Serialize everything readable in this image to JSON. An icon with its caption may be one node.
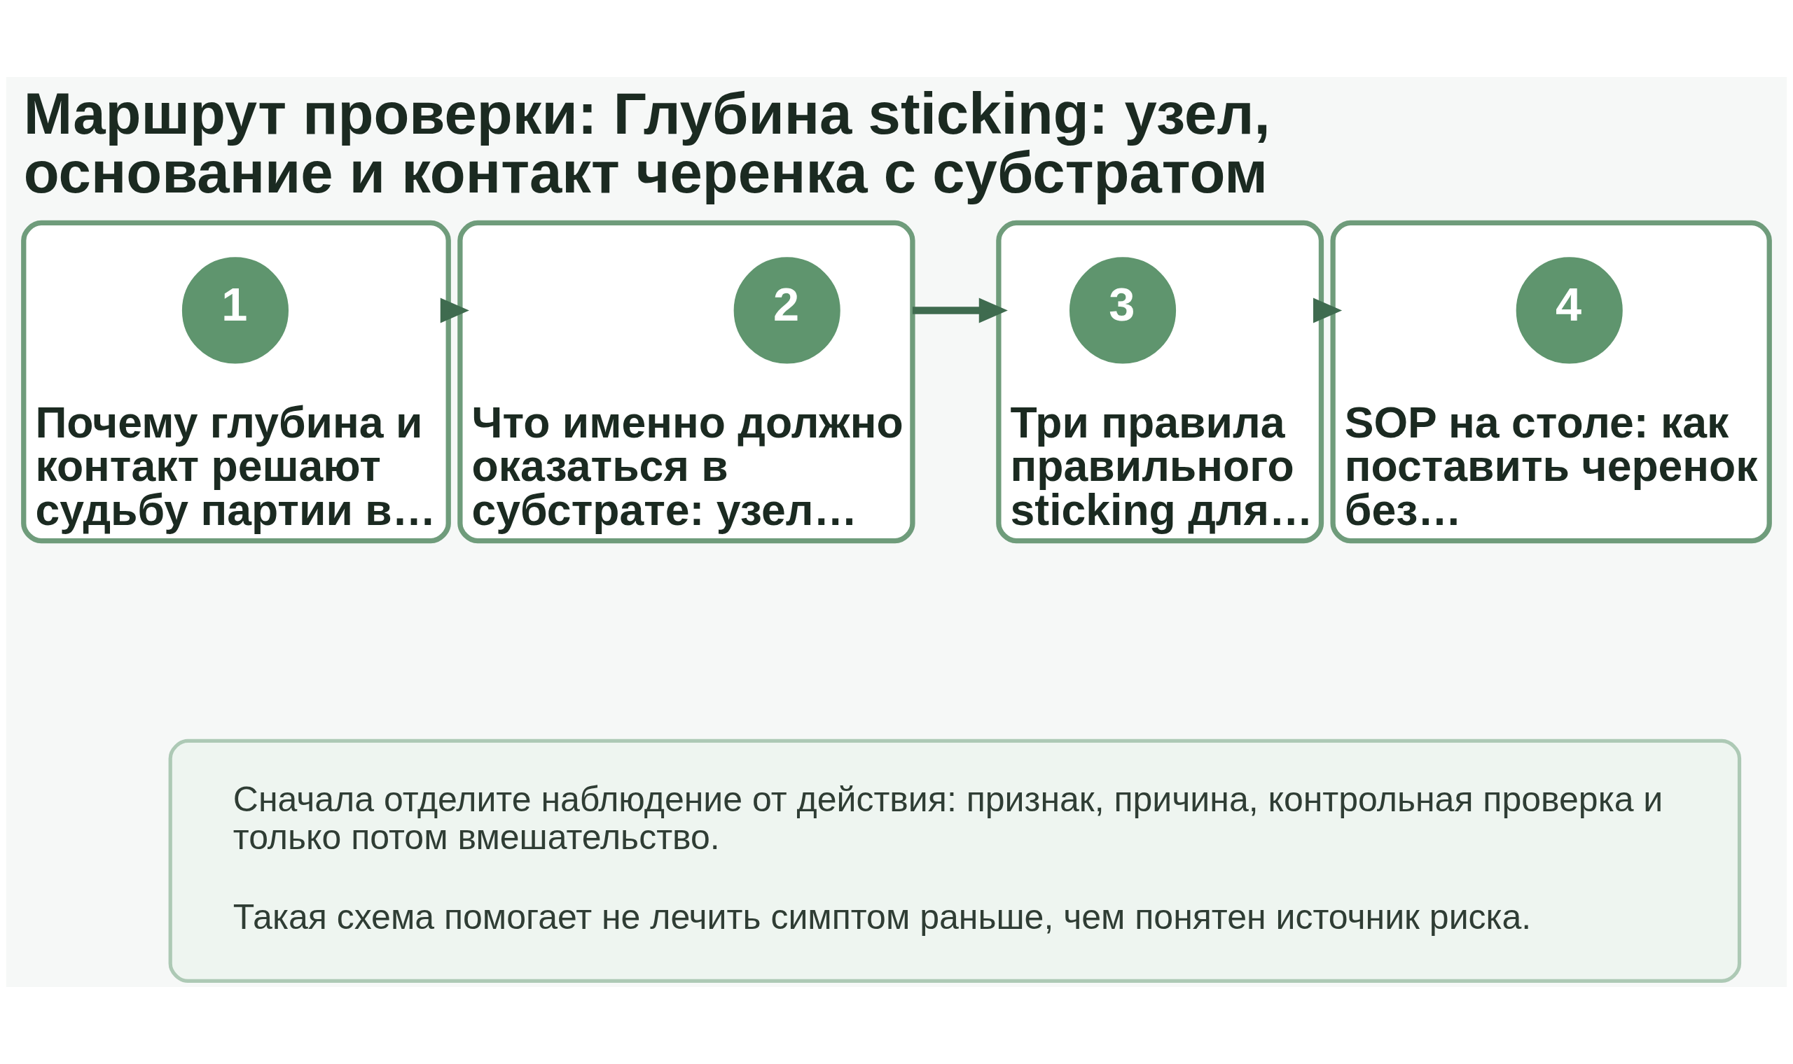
{
  "diagram": {
    "title": "Маршрут проверки: Глубина sticking: узел, основание и контакт черенка с субстратом",
    "nodes": [
      {
        "text": [
          "Почему глубина и контакт решают судьбу партии в…"
        ]
      },
      {
        "text": [
          "1"
        ],
        "in": 0
      },
      {
        "text": [
          "Что именно должно оказаться в субстрате: узел…"
        ]
      },
      {
        "text": [
          "2"
        ],
        "in": 2
      },
      {
        "text": [
          "Три правила правильного sticking для…"
        ]
      },
      {
        "text": [
          "3"
        ],
        "in": 4
      },
      {
        "text": [
          "SOP на столе: как поставить черенок без…"
        ]
      },
      {
        "text": [
          "4"
        ],
        "in": 6
      },
      {
        "text": [
          "Сначала отделите наблюдение от действия: признак, причина, контрольная проверка и только потом вмешательство.",
          "Такая схема помогает не лечить симптом раньше, чем понятен источник риска."
        ]
      }
    ],
    "edges": [
      {
        "from": 0,
        "to": 2,
        "arrow": "to"
      },
      {
        "from": 2,
        "to": 4,
        "arrow": "to"
      },
      {
        "from": 4,
        "to": 6,
        "arrow": "to"
      }
    ]
  }
}
